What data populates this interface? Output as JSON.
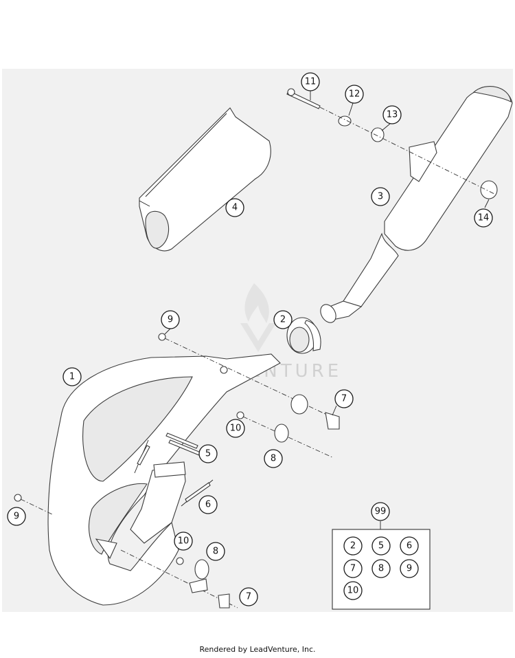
{
  "watermark": {
    "text": "LEADVENTURE",
    "color": "#d0d0d0"
  },
  "footer": {
    "text": "Rendered by LeadVenture, Inc."
  },
  "callouts": [
    {
      "id": "c-11",
      "label": "11"
    },
    {
      "id": "c-12",
      "label": "12"
    },
    {
      "id": "c-13",
      "label": "13"
    },
    {
      "id": "c-3",
      "label": "3"
    },
    {
      "id": "c-14",
      "label": "14"
    },
    {
      "id": "c-4",
      "label": "4"
    },
    {
      "id": "c-2",
      "label": "2"
    },
    {
      "id": "c-9a",
      "label": "9"
    },
    {
      "id": "c-1",
      "label": "1"
    },
    {
      "id": "c-7a",
      "label": "7"
    },
    {
      "id": "c-10a",
      "label": "10"
    },
    {
      "id": "c-5",
      "label": "5"
    },
    {
      "id": "c-8a",
      "label": "8"
    },
    {
      "id": "c-6",
      "label": "6"
    },
    {
      "id": "c-9b",
      "label": "9"
    },
    {
      "id": "c-10b",
      "label": "10"
    },
    {
      "id": "c-8b",
      "label": "8"
    },
    {
      "id": "c-7b",
      "label": "7"
    }
  ],
  "kit": {
    "label": "99",
    "items": [
      "2",
      "5",
      "6",
      "7",
      "8",
      "9",
      "10"
    ]
  }
}
